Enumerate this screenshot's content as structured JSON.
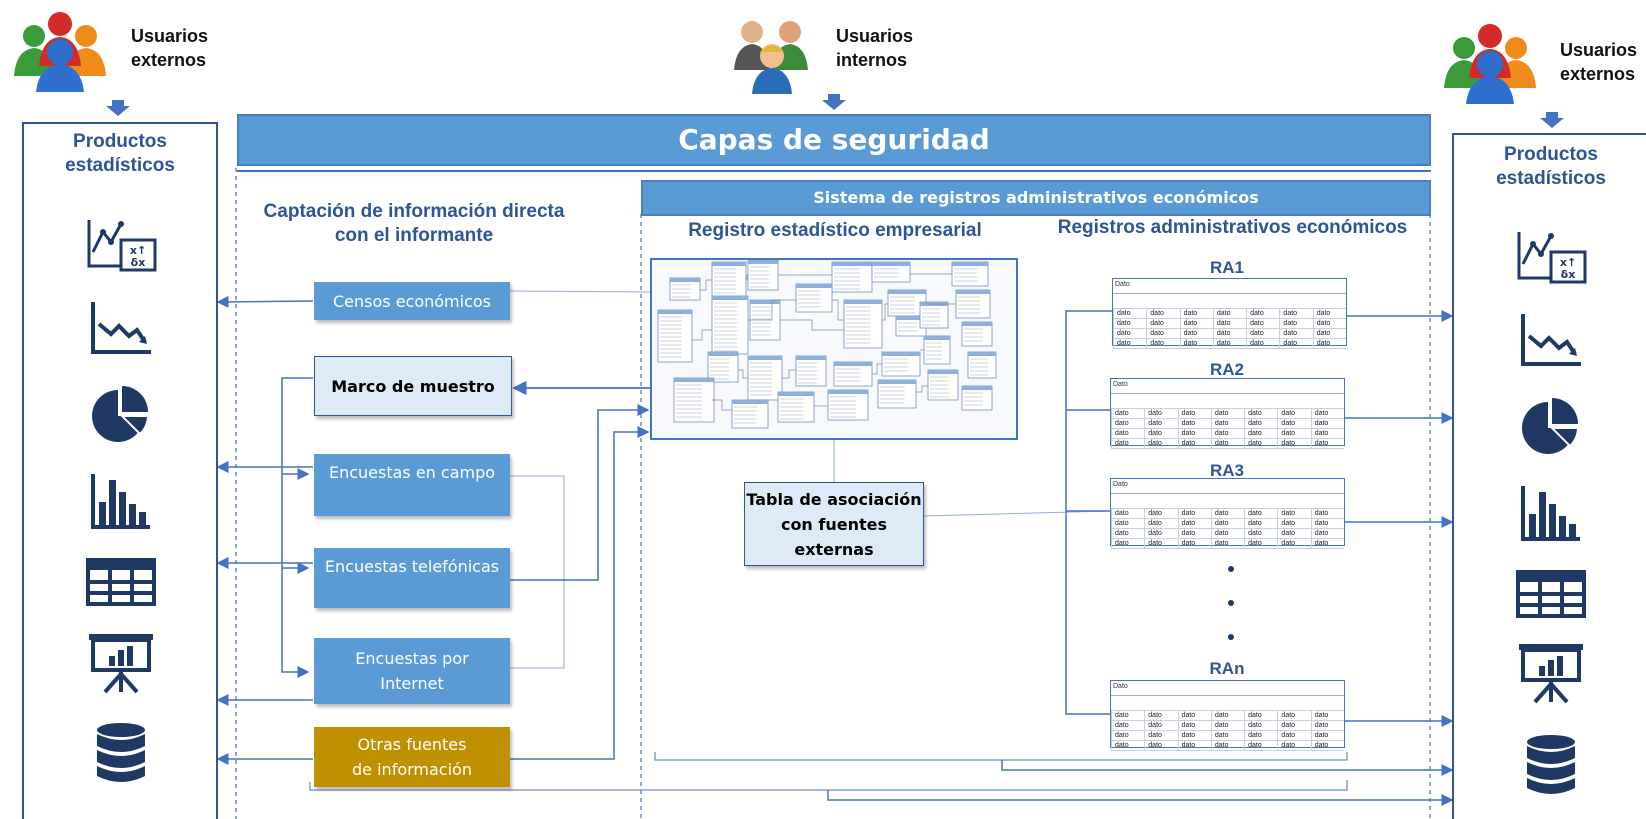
{
  "users": {
    "left_external": "Usuarios\nexternos",
    "internal": "Usuarios\ninternos",
    "right_external": "Usuarios\nexternos"
  },
  "left_panel": {
    "title": "Productos\nestadísticos"
  },
  "right_panel": {
    "title": "Productos\nestadísticos"
  },
  "security_banner": "Capas de seguridad",
  "admin_system_banner": "Sistema de registros administrativos económicos",
  "capture_heading": "Captación de información directa\ncon el informante",
  "business_registry_heading": "Registro estadístico empresarial",
  "admin_registries_heading": "Registros administrativos económicos",
  "sources": {
    "censos": "Censos económicos",
    "marco": "Marco de muestro",
    "campo": "Encuestas en campo",
    "telefonicas": "Encuestas telefónicas",
    "internet": "Encuestas por\nInternet",
    "otras": "Otras fuentes\nde información"
  },
  "association_table": "Tabla de asociación\ncon fuentes\nexternas",
  "registries": [
    {
      "label": "RA1",
      "header": "Dato",
      "cell": "dato"
    },
    {
      "label": "RA2",
      "header": "Dato",
      "cell": "dato"
    },
    {
      "label": "RA3",
      "header": "Dato",
      "cell": "dato"
    },
    {
      "label": "RAn",
      "header": "Dato",
      "cell": "dato"
    }
  ],
  "product_icons": [
    "scatter-chart-icon",
    "line-chart-icon",
    "pie-chart-icon",
    "bar-chart-icon",
    "table-icon",
    "presentation-icon",
    "database-icon"
  ],
  "colors": {
    "accent": "#2f5597",
    "banner": "#5b9bd5",
    "light_box": "#deebf7",
    "gold_box": "#bf9000",
    "line": "#4472c4"
  }
}
